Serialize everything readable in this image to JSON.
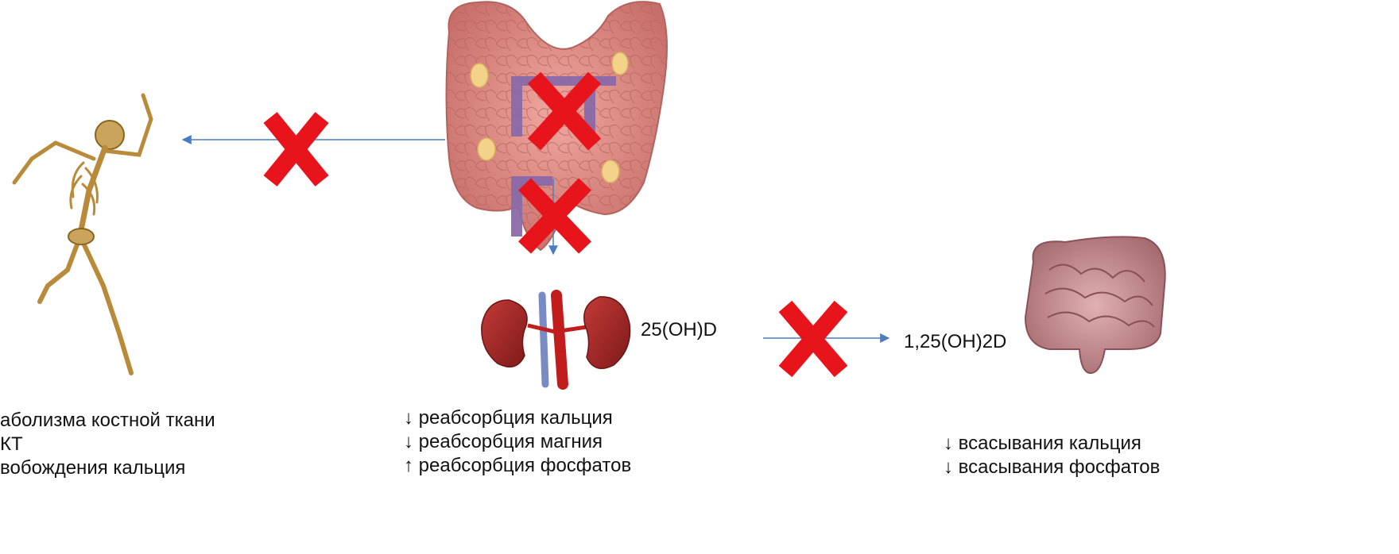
{
  "labels": {
    "precursor": "25(OH)D",
    "active_form": "1,25(OH)2D"
  },
  "effects": {
    "bone": [
      "аболизма костной ткани",
      "КТ",
      "вобождения кальция"
    ],
    "kidney": [
      "↓ реабсорбция кальция",
      "↓ реабсорбция магния",
      "↑ реабсорбция фосфатов"
    ],
    "intestine": [
      "↓ всасывания кальция",
      "↓ всасывания фосфатов"
    ]
  },
  "colors": {
    "block_mark": "#e8141c",
    "arrow": "#4a7cc4",
    "hormone_glyph": "#8a6aa8",
    "gland": "#d98882",
    "kidney": "#a82a2a",
    "intestine": "#c48c8e",
    "bone": "#c9a45a"
  },
  "icons": {
    "gland": "parathyroid-gland-illustration",
    "skeleton": "skeleton-illustration",
    "kidney": "kidneys-illustration",
    "intestine": "intestine-illustration",
    "block": "red-x-block-icon"
  }
}
